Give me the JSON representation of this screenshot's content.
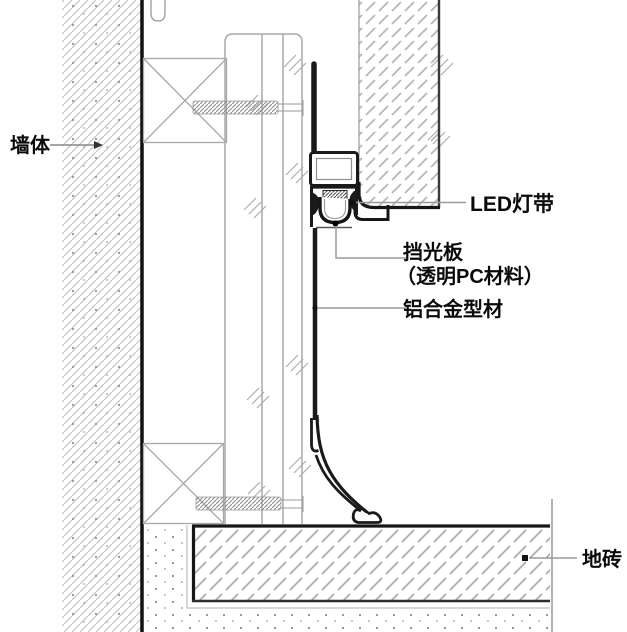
{
  "diagram": {
    "kind": "construction-detail-section",
    "labels": {
      "wall": "墙体",
      "led_strip": "LED灯带",
      "baffle_line1": "挡光板",
      "baffle_line2": "（透明PC材料）",
      "aluminum_profile": "铝合金型材",
      "floor_tile": "地砖"
    },
    "colors": {
      "background": "#ffffff",
      "heavy_line": "#1a1a1a",
      "medium_line": "#3a3a3a",
      "light_line": "#a8a8a8",
      "hatch_wall": "#c6c6c6",
      "hatch_panel": "#b8b8b8",
      "leader_line": "#9a9a9a",
      "label_text": "#0a0a0a"
    }
  }
}
